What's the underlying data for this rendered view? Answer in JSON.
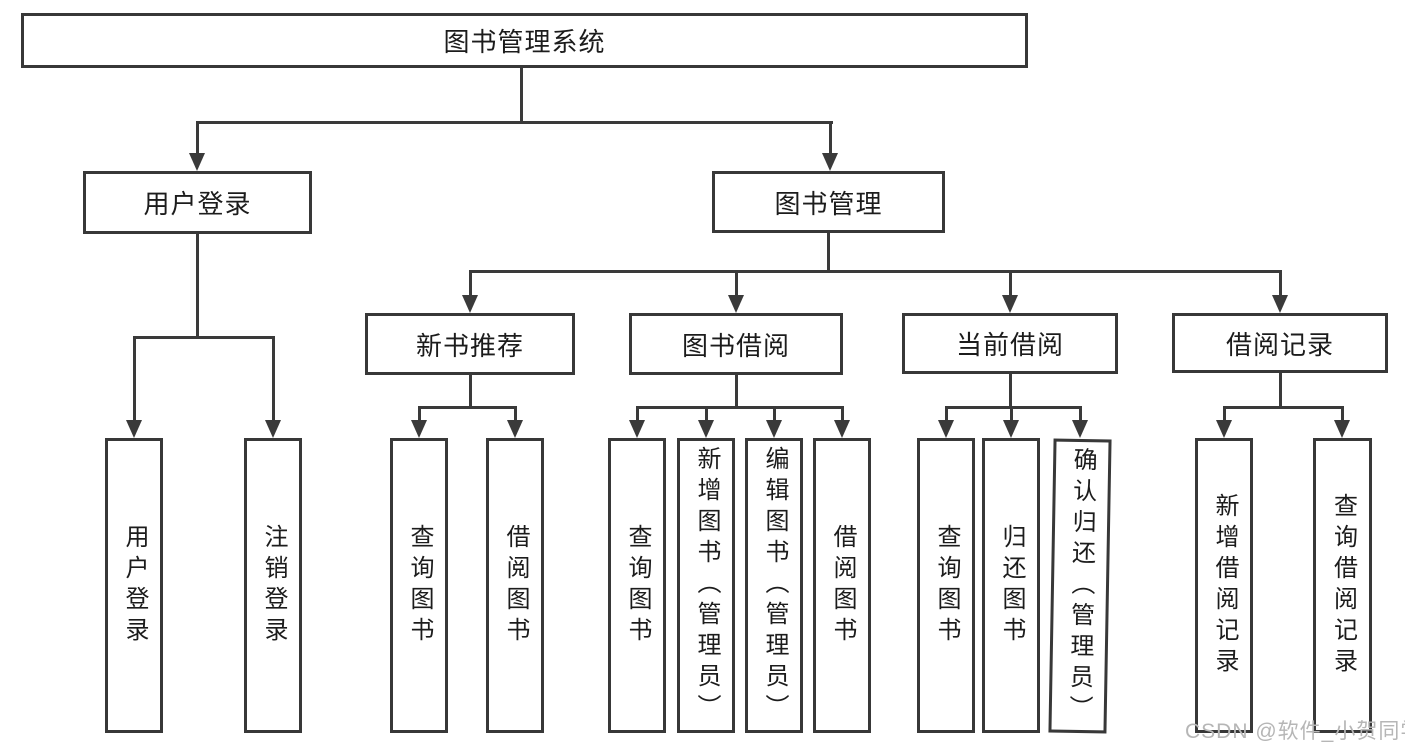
{
  "colors": {
    "line": "#3a3a3a",
    "box_border": "#383838",
    "box_fill": "#ffffff",
    "text": "#1c1c1c",
    "watermark": "#b6b6b6",
    "background": "#ffffff"
  },
  "watermark": {
    "text": "CSDN @软件_小贺同学"
  },
  "tree": {
    "root": {
      "label": "图书管理系统"
    },
    "branches": [
      {
        "label": "用户登录",
        "children": [
          {
            "label": "用户登录"
          },
          {
            "label": "注销登录"
          }
        ]
      },
      {
        "label": "图书管理",
        "children": [
          {
            "label": "新书推荐",
            "children": [
              {
                "label": "查询图书"
              },
              {
                "label": "借阅图书"
              }
            ]
          },
          {
            "label": "图书借阅",
            "children": [
              {
                "label": "查询图书"
              },
              {
                "label": "新增图书（管理员）"
              },
              {
                "label": "编辑图书（管理员）"
              },
              {
                "label": "借阅图书"
              }
            ]
          },
          {
            "label": "当前借阅",
            "children": [
              {
                "label": "查询图书"
              },
              {
                "label": "归还图书"
              },
              {
                "label": "确认归还（管理员）"
              }
            ]
          },
          {
            "label": "借阅记录",
            "children": [
              {
                "label": "新增借阅记录"
              },
              {
                "label": "查询借阅记录"
              }
            ]
          }
        ]
      }
    ]
  }
}
